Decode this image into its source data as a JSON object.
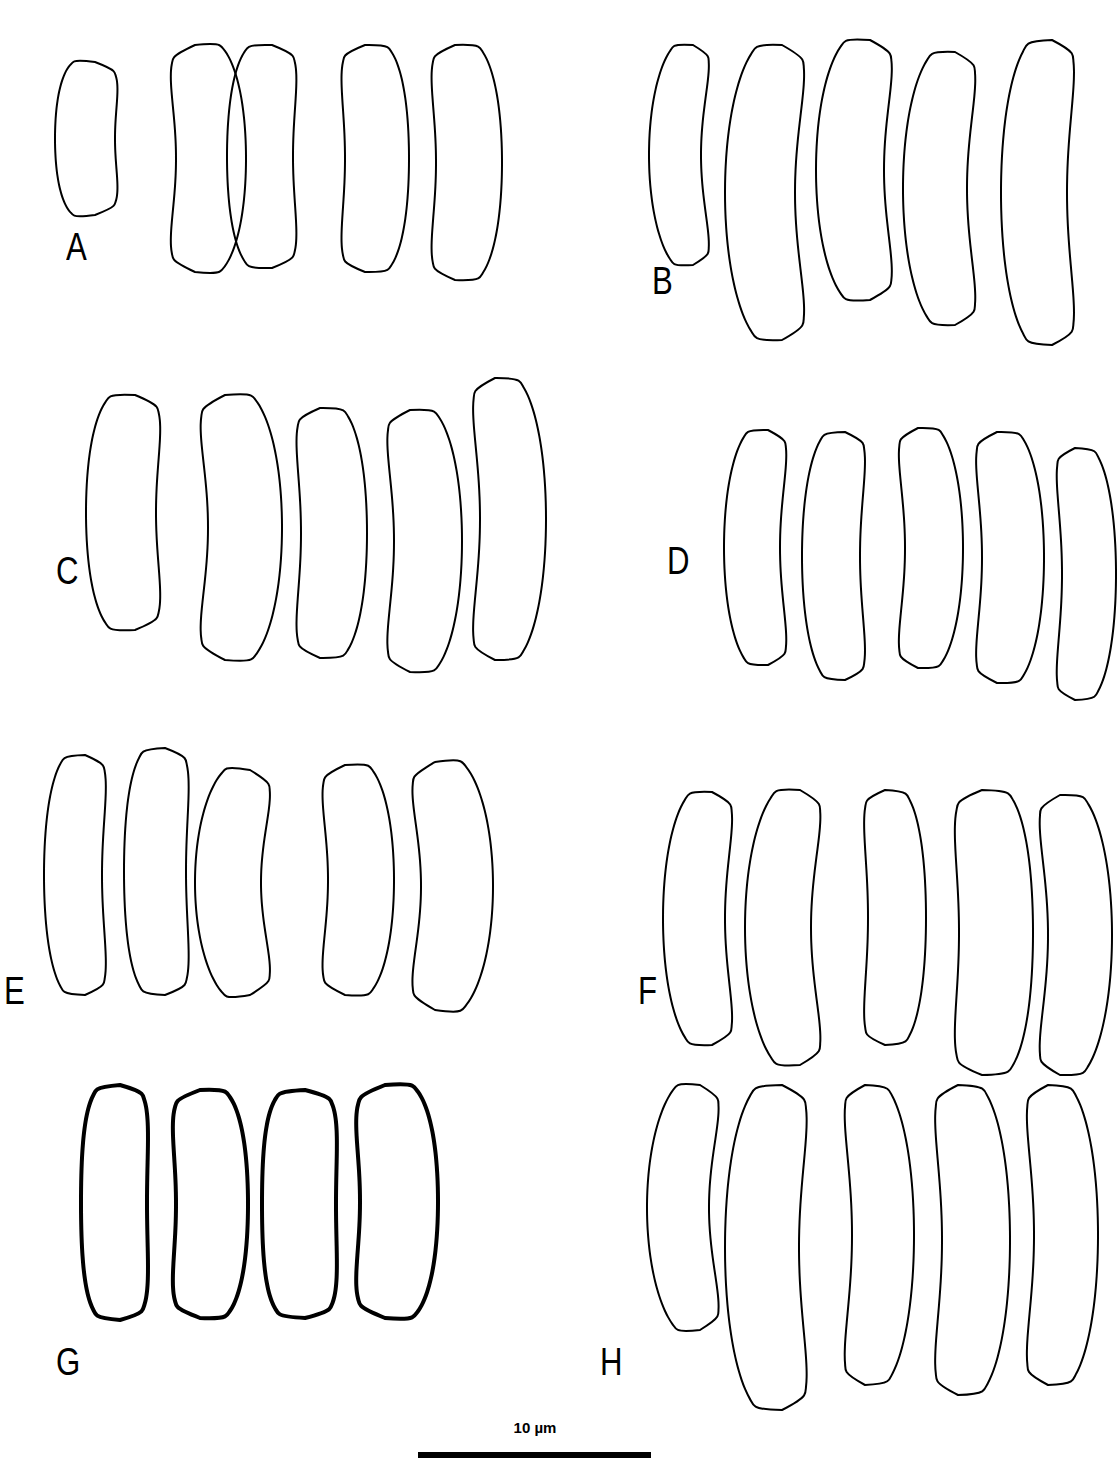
{
  "diagram": {
    "labels": [
      "A",
      "B",
      "C",
      "D",
      "E",
      "F",
      "G",
      "H",
      "10 µm"
    ]
  }
}
